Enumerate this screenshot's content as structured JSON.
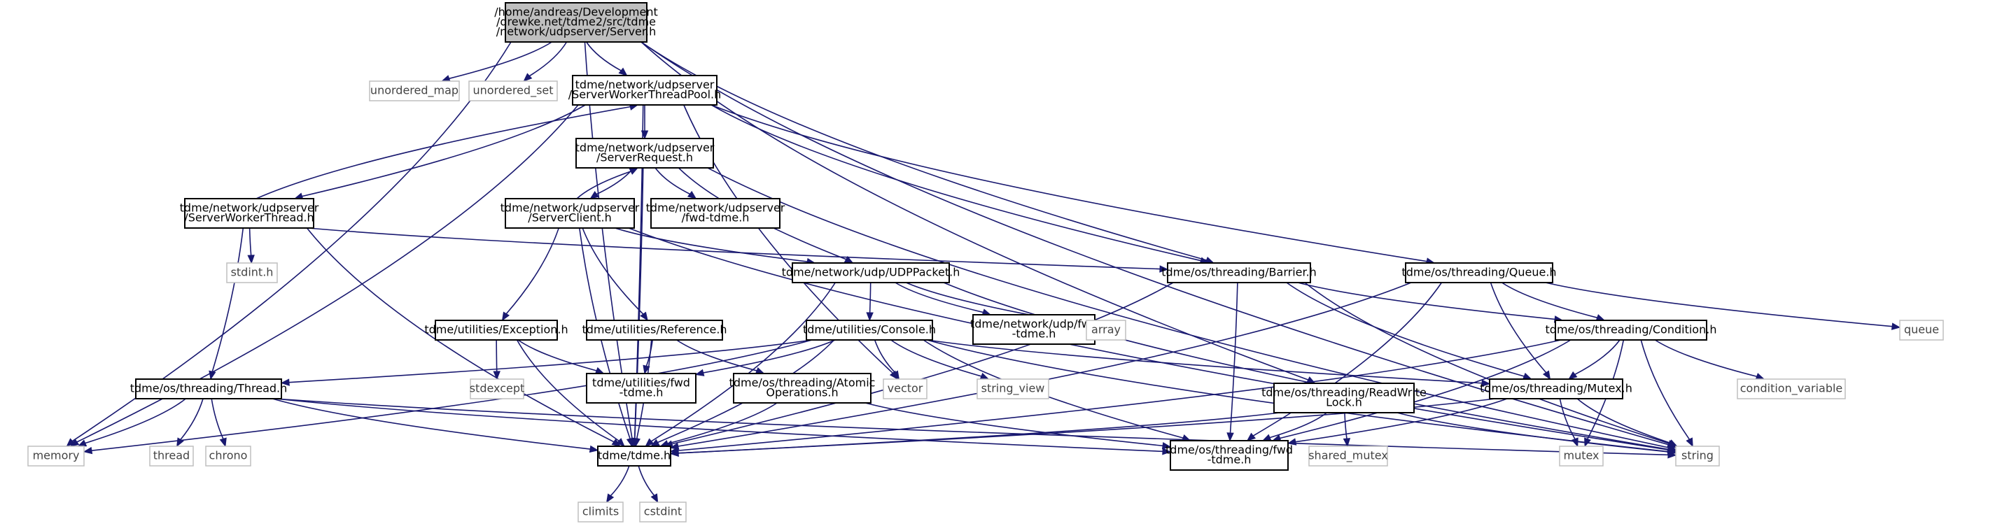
{
  "graph": {
    "colors": {
      "edge": "#191970",
      "root_fill": "#bfbfbf",
      "node_border": "#000000",
      "system_node_border": "#bfbfbf"
    },
    "nodes": [
      {
        "id": "server",
        "lines": [
          "/home/andreas/Development",
          "/drewke.net/tdme2/src/tdme",
          "/network/udpserver/Server.h"
        ],
        "kind": "root"
      },
      {
        "id": "unordered_map",
        "lines": [
          "unordered_map"
        ],
        "kind": "system"
      },
      {
        "id": "unordered_set",
        "lines": [
          "unordered_set"
        ],
        "kind": "system"
      },
      {
        "id": "pool",
        "lines": [
          "tdme/network/udpserver",
          "/ServerWorkerThreadPool.h"
        ],
        "kind": "header"
      },
      {
        "id": "request",
        "lines": [
          "tdme/network/udpserver",
          "/ServerRequest.h"
        ],
        "kind": "header"
      },
      {
        "id": "workerthread",
        "lines": [
          "tdme/network/udpserver",
          "/ServerWorkerThread.h"
        ],
        "kind": "header"
      },
      {
        "id": "client",
        "lines": [
          "tdme/network/udpserver",
          "/ServerClient.h"
        ],
        "kind": "header"
      },
      {
        "id": "fwd_udpserver",
        "lines": [
          "tdme/network/udpserver",
          "/fwd-tdme.h"
        ],
        "kind": "header"
      },
      {
        "id": "stdint",
        "lines": [
          "stdint.h"
        ],
        "kind": "system"
      },
      {
        "id": "udppacket",
        "lines": [
          "tdme/network/udp/UDPPacket.h"
        ],
        "kind": "header"
      },
      {
        "id": "barrier",
        "lines": [
          "tdme/os/threading/Barrier.h"
        ],
        "kind": "header"
      },
      {
        "id": "queue_h",
        "lines": [
          "tdme/os/threading/Queue.h"
        ],
        "kind": "header"
      },
      {
        "id": "queue",
        "lines": [
          "queue"
        ],
        "kind": "system"
      },
      {
        "id": "exception",
        "lines": [
          "tdme/utilities/Exception.h"
        ],
        "kind": "header"
      },
      {
        "id": "reference",
        "lines": [
          "tdme/utilities/Reference.h"
        ],
        "kind": "header"
      },
      {
        "id": "console",
        "lines": [
          "tdme/utilities/Console.h"
        ],
        "kind": "header"
      },
      {
        "id": "fwd_udp",
        "lines": [
          "tdme/network/udp/fwd",
          "-tdme.h"
        ],
        "kind": "header"
      },
      {
        "id": "array",
        "lines": [
          "array"
        ],
        "kind": "system"
      },
      {
        "id": "condition",
        "lines": [
          "tdme/os/threading/Condition.h"
        ],
        "kind": "header"
      },
      {
        "id": "stdexcept",
        "lines": [
          "stdexcept"
        ],
        "kind": "system"
      },
      {
        "id": "fwd_utilities",
        "lines": [
          "tdme/utilities/fwd",
          "-tdme.h"
        ],
        "kind": "header"
      },
      {
        "id": "atomic",
        "lines": [
          "tdme/os/threading/Atomic",
          "Operations.h"
        ],
        "kind": "header"
      },
      {
        "id": "vector",
        "lines": [
          "vector"
        ],
        "kind": "system"
      },
      {
        "id": "string_view",
        "lines": [
          "string_view"
        ],
        "kind": "system"
      },
      {
        "id": "thread_h",
        "lines": [
          "tdme/os/threading/Thread.h"
        ],
        "kind": "header"
      },
      {
        "id": "rwlock",
        "lines": [
          "tdme/os/threading/ReadWrite",
          "Lock.h"
        ],
        "kind": "header"
      },
      {
        "id": "mutex_h",
        "lines": [
          "tdme/os/threading/Mutex.h"
        ],
        "kind": "header"
      },
      {
        "id": "condition_variable",
        "lines": [
          "condition_variable"
        ],
        "kind": "system"
      },
      {
        "id": "memory",
        "lines": [
          "memory"
        ],
        "kind": "system"
      },
      {
        "id": "thread",
        "lines": [
          "thread"
        ],
        "kind": "system"
      },
      {
        "id": "chrono",
        "lines": [
          "chrono"
        ],
        "kind": "system"
      },
      {
        "id": "tdme",
        "lines": [
          "tdme/tdme.h"
        ],
        "kind": "header"
      },
      {
        "id": "fwd_threading",
        "lines": [
          "tdme/os/threading/fwd",
          "-tdme.h"
        ],
        "kind": "header"
      },
      {
        "id": "shared_mutex",
        "lines": [
          "shared_mutex"
        ],
        "kind": "system"
      },
      {
        "id": "mutex",
        "lines": [
          "mutex"
        ],
        "kind": "system"
      },
      {
        "id": "string",
        "lines": [
          "string"
        ],
        "kind": "system"
      },
      {
        "id": "climits",
        "lines": [
          "climits"
        ],
        "kind": "system"
      },
      {
        "id": "cstdint",
        "lines": [
          "cstdint"
        ],
        "kind": "system"
      }
    ],
    "edges": [
      [
        "server",
        "memory"
      ],
      [
        "server",
        "unordered_map"
      ],
      [
        "server",
        "unordered_set"
      ],
      [
        "server",
        "pool"
      ],
      [
        "server",
        "tdme"
      ],
      [
        "server",
        "barrier"
      ],
      [
        "server",
        "rwlock"
      ],
      [
        "server",
        "string"
      ],
      [
        "pool",
        "request"
      ],
      [
        "pool",
        "workerthread"
      ],
      [
        "pool",
        "memory"
      ],
      [
        "pool",
        "tdme"
      ],
      [
        "pool",
        "vector"
      ],
      [
        "pool",
        "barrier"
      ],
      [
        "pool",
        "queue_h"
      ],
      [
        "workerthread",
        "pool"
      ],
      [
        "workerthread",
        "stdint"
      ],
      [
        "workerthread",
        "thread_h"
      ],
      [
        "workerthread",
        "tdme"
      ],
      [
        "workerthread",
        "barrier"
      ],
      [
        "request",
        "client"
      ],
      [
        "request",
        "fwd_udpserver"
      ],
      [
        "request",
        "udppacket"
      ],
      [
        "request",
        "tdme"
      ],
      [
        "request",
        "string"
      ],
      [
        "client",
        "request"
      ],
      [
        "client",
        "udppacket"
      ],
      [
        "client",
        "exception"
      ],
      [
        "client",
        "reference"
      ],
      [
        "client",
        "tdme"
      ],
      [
        "client",
        "string"
      ],
      [
        "udppacket",
        "console"
      ],
      [
        "udppacket",
        "fwd_udp"
      ],
      [
        "udppacket",
        "array"
      ],
      [
        "udppacket",
        "tdme"
      ],
      [
        "udppacket",
        "string"
      ],
      [
        "barrier",
        "condition"
      ],
      [
        "barrier",
        "mutex_h"
      ],
      [
        "barrier",
        "fwd_threading"
      ],
      [
        "barrier",
        "tdme"
      ],
      [
        "barrier",
        "string"
      ],
      [
        "queue_h",
        "condition"
      ],
      [
        "queue_h",
        "mutex_h"
      ],
      [
        "queue_h",
        "fwd_threading"
      ],
      [
        "queue_h",
        "tdme"
      ],
      [
        "queue_h",
        "queue"
      ],
      [
        "exception",
        "stdexcept"
      ],
      [
        "exception",
        "fwd_utilities"
      ],
      [
        "exception",
        "tdme"
      ],
      [
        "reference",
        "fwd_utilities"
      ],
      [
        "reference",
        "atomic"
      ],
      [
        "reference",
        "tdme"
      ],
      [
        "console",
        "fwd_utilities"
      ],
      [
        "console",
        "vector"
      ],
      [
        "console",
        "string_view"
      ],
      [
        "console",
        "thread_h"
      ],
      [
        "console",
        "mutex_h"
      ],
      [
        "console",
        "memory"
      ],
      [
        "console",
        "tdme"
      ],
      [
        "console",
        "string"
      ],
      [
        "console",
        "fwd_threading"
      ],
      [
        "condition",
        "mutex_h"
      ],
      [
        "condition",
        "condition_variable"
      ],
      [
        "condition",
        "mutex"
      ],
      [
        "condition",
        "string"
      ],
      [
        "condition",
        "tdme"
      ],
      [
        "condition",
        "fwd_threading"
      ],
      [
        "atomic",
        "tdme"
      ],
      [
        "atomic",
        "fwd_threading"
      ],
      [
        "thread_h",
        "memory"
      ],
      [
        "thread_h",
        "thread"
      ],
      [
        "thread_h",
        "chrono"
      ],
      [
        "thread_h",
        "tdme"
      ],
      [
        "thread_h",
        "string"
      ],
      [
        "thread_h",
        "fwd_threading"
      ],
      [
        "rwlock",
        "shared_mutex"
      ],
      [
        "rwlock",
        "tdme"
      ],
      [
        "rwlock",
        "string"
      ],
      [
        "rwlock",
        "fwd_threading"
      ],
      [
        "mutex_h",
        "mutex"
      ],
      [
        "mutex_h",
        "string"
      ],
      [
        "mutex_h",
        "tdme"
      ],
      [
        "mutex_h",
        "fwd_threading"
      ],
      [
        "tdme",
        "climits"
      ],
      [
        "tdme",
        "cstdint"
      ]
    ]
  }
}
